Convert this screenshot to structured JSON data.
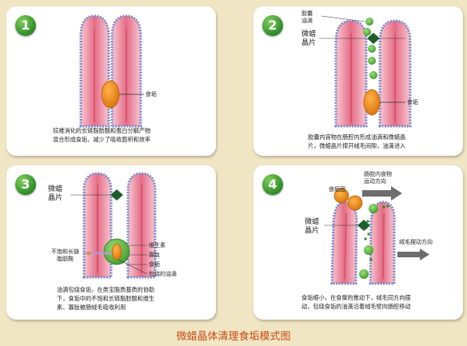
{
  "panels": [
    {
      "number": "1",
      "labels": {
        "food_residue": "食垢"
      },
      "caption": "较难消化的长链脂肪酸和蛋白分解产物\n混合形成食垢，减少了吸收面积和效率"
    },
    {
      "number": "2",
      "labels": {
        "micelle_oil": "胶囊\n油滴",
        "wax_flake": "微蜡\n晶片",
        "food_residue": "食垢"
      },
      "caption": "胶囊内容物在肠腔内形成油滴和微蜡晶\n片，微蜡晶片撑开绒毛间隙，油滴进入"
    },
    {
      "number": "3",
      "labels": {
        "wax_flake": "微蜡\n晶片",
        "fatty_acid": "不饱和长链\n脂肪酸",
        "vitamin": "维生素",
        "peptide": "寡肽",
        "food_residue": "食垢",
        "oil_wrap": "包绕的油滴"
      },
      "caption": "油滴包绕食垢，在类宝脂质基质的协助\n下，食垢中的不饱和长链脂肪酸和维生\n素、寡肽被肠绒毛吸收利用"
    },
    {
      "number": "4",
      "labels": {
        "food_mass": "食垢团",
        "lumen_direction": "肠腔内食物\n运动方向",
        "wax_flake": "微蜡\n晶片",
        "villi_swing": "绒毛摆动方向"
      },
      "caption": "食垢缩小，在食糜的推动下，绒毛同方向摆\n动，包绕食垢的油滴沿着绒毛壁向肠腔移动"
    }
  ],
  "title": "微蜡晶体清理食垢模式图",
  "colors": {
    "villus": "#f4b9c4",
    "villus_core": "#d9566e",
    "cell_border": "#7b88c8",
    "orange": "#e88a1a",
    "green": "#5cb43c",
    "dark_green": "#1f5e2c",
    "arrow_gray": "#6d6d6d",
    "background": "#f1e6c4",
    "title": "#c84a14"
  }
}
